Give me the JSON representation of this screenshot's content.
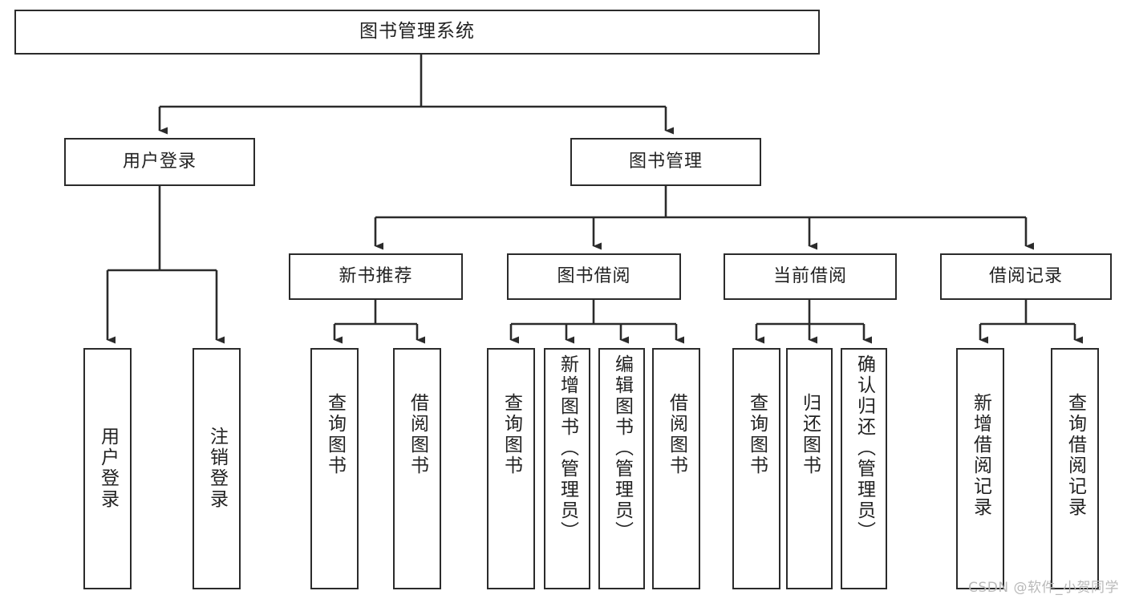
{
  "diagram": {
    "title": "图书管理系统",
    "type": "tree",
    "watermark": "CSDN @软件_小贺同学",
    "line_color": "#2b2b2b",
    "box_fill": "#ffffff",
    "text_color": "#222222",
    "nodes": {
      "root": {
        "label": "图书管理系统"
      },
      "level2": [
        {
          "id": "user-login",
          "label": "用户登录"
        },
        {
          "id": "book-manage",
          "label": "图书管理"
        }
      ],
      "level3": [
        {
          "id": "new-book-recommend",
          "label": "新书推荐"
        },
        {
          "id": "book-borrow",
          "label": "图书借阅"
        },
        {
          "id": "current-borrow",
          "label": "当前借阅"
        },
        {
          "id": "borrow-record",
          "label": "借阅记录"
        }
      ],
      "leaves": {
        "user_login": [
          {
            "id": "leaf-user-login",
            "label": "用户登录"
          },
          {
            "id": "leaf-user-logout",
            "label": "注销登录"
          }
        ],
        "new_book_recommend": [
          {
            "id": "leaf-query-book-1",
            "label": "查询图书"
          },
          {
            "id": "leaf-borrow-book-1",
            "label": "借阅图书"
          }
        ],
        "book_borrow": [
          {
            "id": "leaf-query-book-2",
            "label": "查询图书"
          },
          {
            "id": "leaf-add-book",
            "label": "新增图书（管理员）"
          },
          {
            "id": "leaf-edit-book",
            "label": "编辑图书（管理员）"
          },
          {
            "id": "leaf-borrow-book-2",
            "label": "借阅图书"
          }
        ],
        "current_borrow": [
          {
            "id": "leaf-query-book-3",
            "label": "查询图书"
          },
          {
            "id": "leaf-return-book",
            "label": "归还图书"
          },
          {
            "id": "leaf-confirm-return",
            "label": "确认归还（管理员）"
          }
        ],
        "borrow_record": [
          {
            "id": "leaf-add-record",
            "label": "新增借阅记录"
          },
          {
            "id": "leaf-query-record",
            "label": "查询借阅记录"
          }
        ]
      }
    }
  }
}
